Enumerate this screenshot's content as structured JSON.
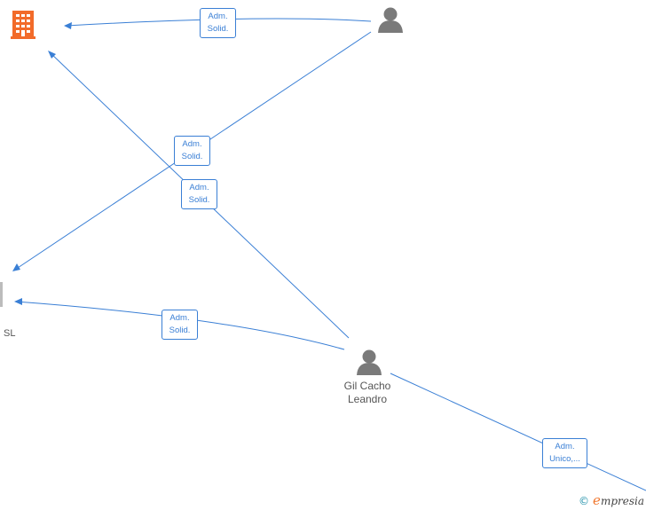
{
  "nodes": {
    "company_top": {
      "type": "company",
      "label": ""
    },
    "company_sl": {
      "type": "company",
      "label": "SL"
    },
    "person_top": {
      "type": "person",
      "label": ""
    },
    "person_gil": {
      "type": "person",
      "label_line1": "Gil Cacho",
      "label_line2": "Leandro"
    }
  },
  "edges": [
    {
      "line1": "Adm.",
      "line2": "Solid."
    },
    {
      "line1": "Adm.",
      "line2": "Solid."
    },
    {
      "line1": "Adm.",
      "line2": "Solid."
    },
    {
      "line1": "Adm.",
      "line2": "Solid."
    },
    {
      "line1": "Adm.",
      "line2": "Unico,..."
    }
  ],
  "brand": {
    "copyright": "©",
    "initial": "e",
    "rest": "mpresia"
  },
  "colors": {
    "edge": "#3a7fd5",
    "company": "#f26b2a",
    "person": "#7a7a7a"
  }
}
